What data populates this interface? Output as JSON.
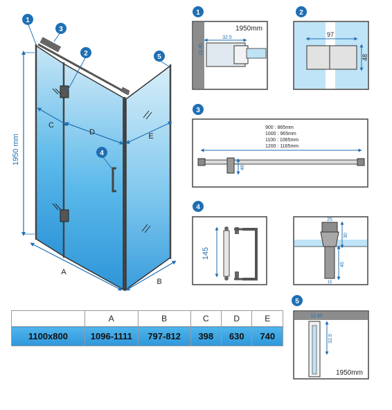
{
  "markers": {
    "m1": "1",
    "m2": "2",
    "m3": "3",
    "m4": "4",
    "m5": "5"
  },
  "main_view": {
    "height_label": "1950 mm",
    "label_a": "A",
    "label_b": "B",
    "label_c": "C",
    "label_d": "D",
    "label_e": "E",
    "label_4": "4"
  },
  "detail1": {
    "dim_height": "1950mm",
    "dim_width": "32.5",
    "dim_small": "12.45"
  },
  "detail2": {
    "dim_width": "97",
    "dim_height": "48"
  },
  "detail3": {
    "size_lines": [
      "900 : 865mm",
      "1000 : 965mm",
      "1100 : 1065mm",
      "1200 : 1165mm"
    ],
    "dim_height": "46"
  },
  "detail4a": {
    "dim_height": "145"
  },
  "detail4b": {
    "dim_top": "25",
    "dim_30": "30",
    "dim_45": "45",
    "dim_15": "15"
  },
  "detail5": {
    "dim_top": "12.45",
    "dim_side": "32.5",
    "dim_height": "1950mm"
  },
  "table": {
    "headers": [
      "",
      "A",
      "B",
      "C",
      "D",
      "E"
    ],
    "values": [
      "1100x800",
      "1096-1111",
      "797-812",
      "398",
      "630",
      "740"
    ]
  },
  "colors": {
    "accent": "#1f6fb3",
    "glass": "#4fb4ea",
    "table_fill": "#3aa5e3"
  }
}
